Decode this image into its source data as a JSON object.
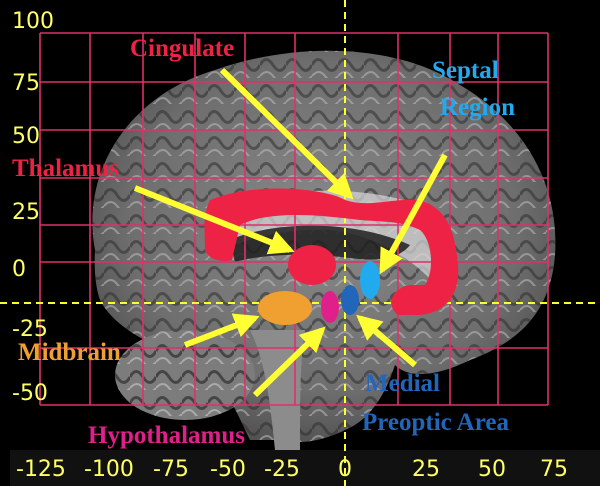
{
  "image": {
    "description": "Sagittal brain MRI slice with red coordinate grid, dashed yellow reference lines, colored anatomical regions and yellow pointer arrows"
  },
  "y_axis_labels": [
    "100",
    "75",
    "50",
    "25",
    "0",
    "-25",
    "-50"
  ],
  "x_axis_labels": [
    "-125",
    "-100",
    "-75",
    "-50",
    "-25",
    "0",
    "25",
    "50",
    "75"
  ],
  "regions": {
    "cingulate": {
      "label": "Cingulate",
      "color": "#ee2244"
    },
    "thalamus": {
      "label": "Thalamus",
      "color": "#ee2244"
    },
    "septal_1": {
      "label": "Septal",
      "color": "#22aaee"
    },
    "septal_2": {
      "label": "Region",
      "color": "#22aaee"
    },
    "midbrain": {
      "label": "Midbrain",
      "color": "#f0a030"
    },
    "hypothalamus": {
      "label": "Hypothalamus",
      "color": "#e0208a"
    },
    "medial_1": {
      "label": "Medial",
      "color": "#2266bb"
    },
    "medial_2": {
      "label": "Preoptic Area",
      "color": "#2266bb"
    }
  },
  "colors": {
    "grid": "#e0306a",
    "arrow": "#ffff33",
    "dashed_line": "#ffff33",
    "tick_text": "#ffff66",
    "background": "#000000"
  }
}
